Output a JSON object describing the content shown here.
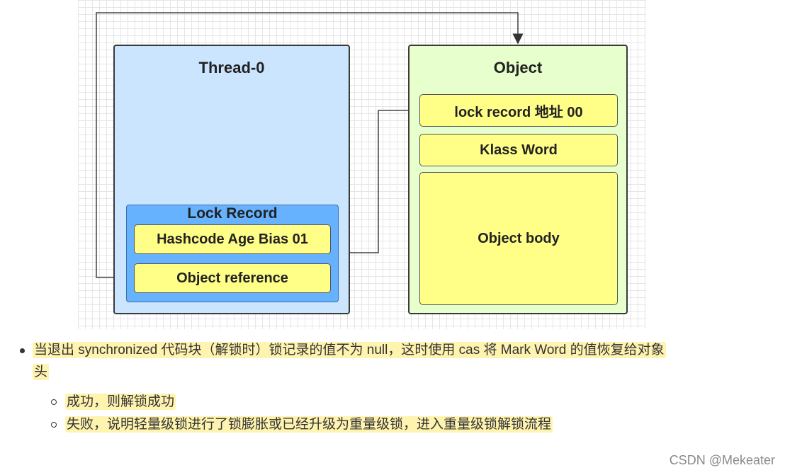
{
  "diagram": {
    "thread_box": {
      "title": "Thread-0",
      "lock_record": {
        "title": "Lock Record",
        "fields": [
          "Hashcode Age Bias 01",
          "Object reference"
        ]
      }
    },
    "object_box": {
      "title": "Object",
      "fields": [
        "lock  record 地址 00",
        "Klass Word",
        "Object body"
      ]
    },
    "colors": {
      "thread_fill": "#cce5ff",
      "object_fill": "#e6ffcc",
      "lock_record_fill": "#66b2ff",
      "field_fill": "#ffff88"
    }
  },
  "notes": {
    "main_bullet": {
      "line1": "当退出 synchronized 代码块（解锁时）锁记录的值不为 null，这时使用 cas 将 Mark Word 的值恢复给对象",
      "line2": "头"
    },
    "sub_bullets": [
      "成功，则解锁成功",
      "失败，说明轻量级锁进行了锁膨胀或已经升级为重量级锁，进入重量级锁解锁流程"
    ],
    "highlight_color": "#fff3b0"
  },
  "footer": {
    "csdn": "CSDN @Mekeater"
  }
}
